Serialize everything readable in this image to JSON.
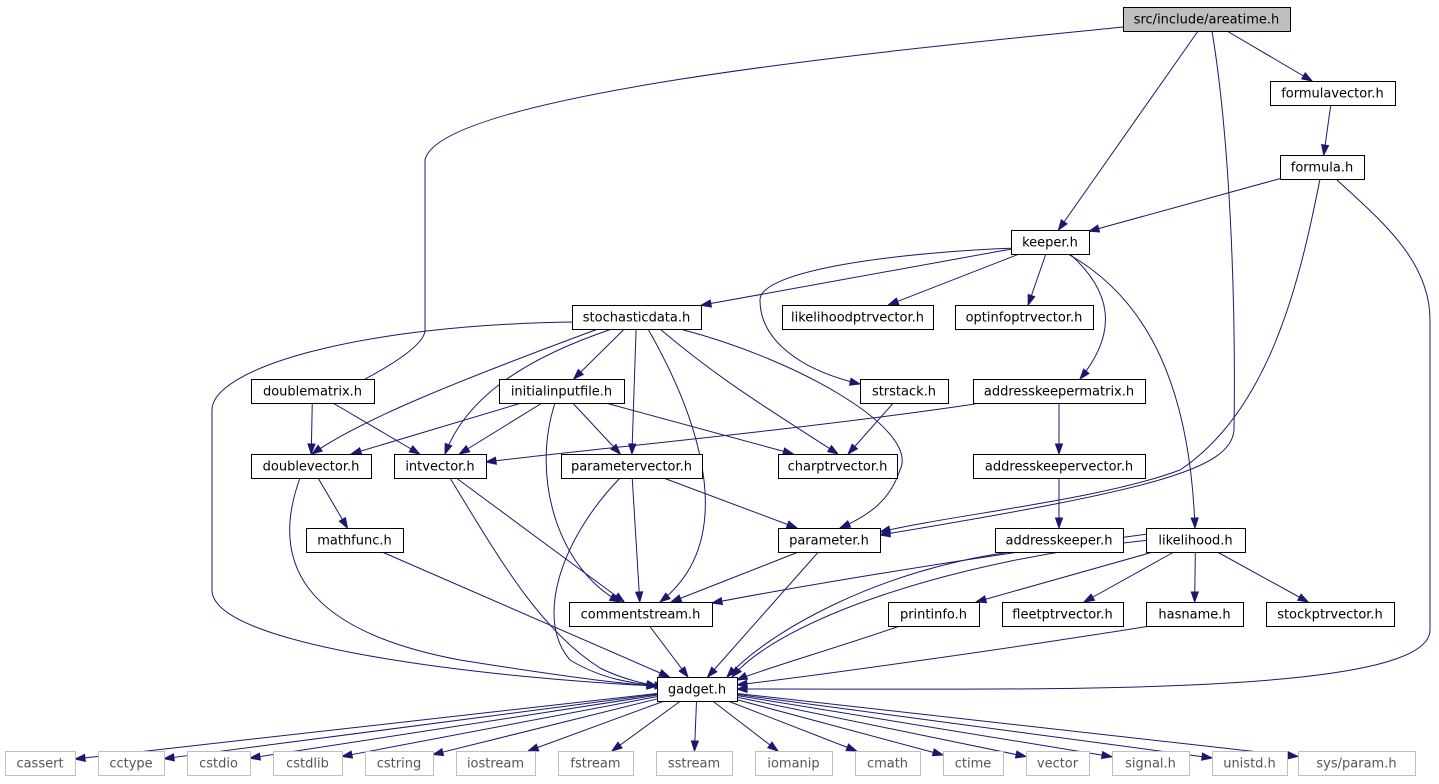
{
  "graph": {
    "nodes": [
      {
        "id": "areatime",
        "label": "src/include/areatime.h",
        "kind": "root"
      },
      {
        "id": "formulavector",
        "label": "formulavector.h",
        "kind": "file"
      },
      {
        "id": "formula",
        "label": "formula.h",
        "kind": "file"
      },
      {
        "id": "keeper",
        "label": "keeper.h",
        "kind": "file"
      },
      {
        "id": "stochasticdata",
        "label": "stochasticdata.h",
        "kind": "file"
      },
      {
        "id": "likelihoodptrvector",
        "label": "likelihoodptrvector.h",
        "kind": "file"
      },
      {
        "id": "optinfoptrvector",
        "label": "optinfoptrvector.h",
        "kind": "file"
      },
      {
        "id": "doublematrix",
        "label": "doublematrix.h",
        "kind": "file"
      },
      {
        "id": "initialinputfile",
        "label": "initialinputfile.h",
        "kind": "file"
      },
      {
        "id": "strstack",
        "label": "strstack.h",
        "kind": "file"
      },
      {
        "id": "addresskeepermatrix",
        "label": "addresskeepermatrix.h",
        "kind": "file"
      },
      {
        "id": "doublevector",
        "label": "doublevector.h",
        "kind": "file"
      },
      {
        "id": "intvector",
        "label": "intvector.h",
        "kind": "file"
      },
      {
        "id": "parametervector",
        "label": "parametervector.h",
        "kind": "file"
      },
      {
        "id": "charptrvector",
        "label": "charptrvector.h",
        "kind": "file"
      },
      {
        "id": "addresskeepervector",
        "label": "addresskeepervector.h",
        "kind": "file"
      },
      {
        "id": "mathfunc",
        "label": "mathfunc.h",
        "kind": "file"
      },
      {
        "id": "parameter",
        "label": "parameter.h",
        "kind": "file"
      },
      {
        "id": "addresskeeper",
        "label": "addresskeeper.h",
        "kind": "file"
      },
      {
        "id": "likelihood",
        "label": "likelihood.h",
        "kind": "file"
      },
      {
        "id": "commentstream",
        "label": "commentstream.h",
        "kind": "file"
      },
      {
        "id": "printinfo",
        "label": "printinfo.h",
        "kind": "file"
      },
      {
        "id": "fleetptrvector",
        "label": "fleetptrvector.h",
        "kind": "file"
      },
      {
        "id": "hasname",
        "label": "hasname.h",
        "kind": "file"
      },
      {
        "id": "stockptrvector",
        "label": "stockptrvector.h",
        "kind": "file"
      },
      {
        "id": "gadget",
        "label": "gadget.h",
        "kind": "file"
      },
      {
        "id": "cassert",
        "label": "cassert",
        "kind": "ext"
      },
      {
        "id": "cctype",
        "label": "cctype",
        "kind": "ext"
      },
      {
        "id": "cstdio",
        "label": "cstdio",
        "kind": "ext"
      },
      {
        "id": "cstdlib",
        "label": "cstdlib",
        "kind": "ext"
      },
      {
        "id": "cstring",
        "label": "cstring",
        "kind": "ext"
      },
      {
        "id": "iostream",
        "label": "iostream",
        "kind": "ext"
      },
      {
        "id": "fstream",
        "label": "fstream",
        "kind": "ext"
      },
      {
        "id": "sstream",
        "label": "sstream",
        "kind": "ext"
      },
      {
        "id": "iomanip",
        "label": "iomanip",
        "kind": "ext"
      },
      {
        "id": "cmath",
        "label": "cmath",
        "kind": "ext"
      },
      {
        "id": "ctime",
        "label": "ctime",
        "kind": "ext"
      },
      {
        "id": "vector",
        "label": "vector",
        "kind": "ext"
      },
      {
        "id": "signal",
        "label": "signal.h",
        "kind": "ext"
      },
      {
        "id": "unistd",
        "label": "unistd.h",
        "kind": "ext"
      },
      {
        "id": "sysparam",
        "label": "sys/param.h",
        "kind": "ext"
      }
    ],
    "edges": [
      [
        "areatime",
        "formulavector"
      ],
      [
        "areatime",
        "keeper"
      ],
      [
        "areatime",
        "doublematrix"
      ],
      [
        "areatime",
        "parameter"
      ],
      [
        "formulavector",
        "formula"
      ],
      [
        "formula",
        "keeper"
      ],
      [
        "formula",
        "parameter"
      ],
      [
        "formula",
        "gadget"
      ],
      [
        "keeper",
        "stochasticdata"
      ],
      [
        "keeper",
        "likelihoodptrvector"
      ],
      [
        "keeper",
        "optinfoptrvector"
      ],
      [
        "keeper",
        "strstack"
      ],
      [
        "keeper",
        "addresskeepermatrix"
      ],
      [
        "keeper",
        "likelihood"
      ],
      [
        "stochasticdata",
        "initialinputfile"
      ],
      [
        "stochasticdata",
        "doublevector"
      ],
      [
        "stochasticdata",
        "intvector"
      ],
      [
        "stochasticdata",
        "parametervector"
      ],
      [
        "stochasticdata",
        "charptrvector"
      ],
      [
        "stochasticdata",
        "parameter"
      ],
      [
        "stochasticdata",
        "commentstream"
      ],
      [
        "stochasticdata",
        "gadget"
      ],
      [
        "doublematrix",
        "doublevector"
      ],
      [
        "doublematrix",
        "intvector"
      ],
      [
        "initialinputfile",
        "doublevector"
      ],
      [
        "initialinputfile",
        "intvector"
      ],
      [
        "initialinputfile",
        "parametervector"
      ],
      [
        "initialinputfile",
        "charptrvector"
      ],
      [
        "initialinputfile",
        "commentstream"
      ],
      [
        "strstack",
        "charptrvector"
      ],
      [
        "addresskeepermatrix",
        "intvector"
      ],
      [
        "addresskeepermatrix",
        "addresskeepervector"
      ],
      [
        "doublevector",
        "mathfunc"
      ],
      [
        "doublevector",
        "gadget"
      ],
      [
        "intvector",
        "commentstream"
      ],
      [
        "intvector",
        "gadget"
      ],
      [
        "parametervector",
        "parameter"
      ],
      [
        "parametervector",
        "commentstream"
      ],
      [
        "parametervector",
        "gadget"
      ],
      [
        "addresskeepervector",
        "addresskeeper"
      ],
      [
        "mathfunc",
        "gadget"
      ],
      [
        "parameter",
        "commentstream"
      ],
      [
        "parameter",
        "gadget"
      ],
      [
        "addresskeeper",
        "gadget"
      ],
      [
        "likelihood",
        "commentstream"
      ],
      [
        "likelihood",
        "printinfo"
      ],
      [
        "likelihood",
        "fleetptrvector"
      ],
      [
        "likelihood",
        "hasname"
      ],
      [
        "likelihood",
        "stockptrvector"
      ],
      [
        "likelihood",
        "gadget"
      ],
      [
        "commentstream",
        "gadget"
      ],
      [
        "printinfo",
        "gadget"
      ],
      [
        "hasname",
        "gadget"
      ],
      [
        "gadget",
        "cassert"
      ],
      [
        "gadget",
        "cctype"
      ],
      [
        "gadget",
        "cstdio"
      ],
      [
        "gadget",
        "cstdlib"
      ],
      [
        "gadget",
        "cstring"
      ],
      [
        "gadget",
        "iostream"
      ],
      [
        "gadget",
        "fstream"
      ],
      [
        "gadget",
        "sstream"
      ],
      [
        "gadget",
        "iomanip"
      ],
      [
        "gadget",
        "cmath"
      ],
      [
        "gadget",
        "ctime"
      ],
      [
        "gadget",
        "vector"
      ],
      [
        "gadget",
        "signal"
      ],
      [
        "gadget",
        "unistd"
      ],
      [
        "gadget",
        "sysparam"
      ]
    ]
  }
}
